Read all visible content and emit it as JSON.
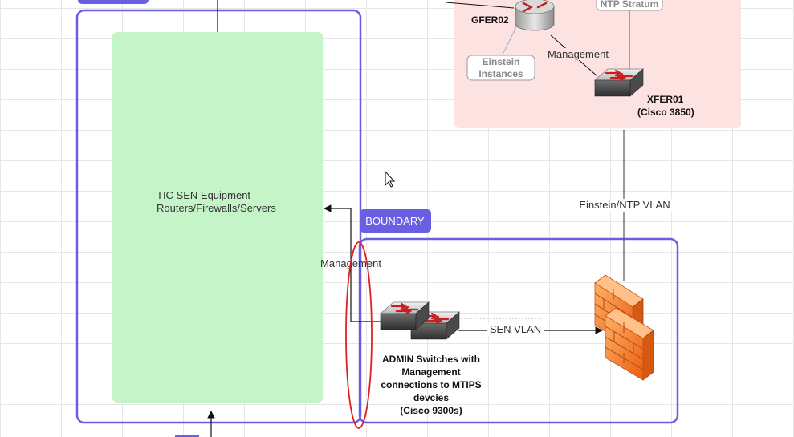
{
  "colors": {
    "container_border": "#6a5fe0",
    "equipment_fill": "#c4f4c8",
    "pink_region": "#fde2e2",
    "tag_fill": "#6a5fe0",
    "annotation_red": "#e02020",
    "firewall": "#f07a20"
  },
  "equipment": {
    "line1": "TIC SEN Equipment",
    "line2": "Routers/Firewalls/Servers"
  },
  "boundary": {
    "label": "BOUNDARY"
  },
  "top_tag": {
    "label": ""
  },
  "edges": {
    "management_left": "Management",
    "management_top": "Management",
    "sen_vlan": "SEN VLAN",
    "einstein_ntp_vlan": "Einstein/NTP VLAN"
  },
  "nodes": {
    "gfer02": "GFER02",
    "ntp_stratum": "NTP Stratum",
    "einstein_line1": "Einstein",
    "einstein_line2": "Instances",
    "xfer01_line1": "XFER01",
    "xfer01_line2": "(Cisco 3850)",
    "admin_line1": "ADMIN Switches with",
    "admin_line2": "Management",
    "admin_line3": "connections to MTIPS",
    "admin_line4": "devcies",
    "admin_line5": "(Cisco 9300s)"
  },
  "icons": {
    "router": "router-icon",
    "switch": "switch-icon",
    "firewall": "firewall-icon",
    "cursor": "mouse-cursor-icon"
  }
}
